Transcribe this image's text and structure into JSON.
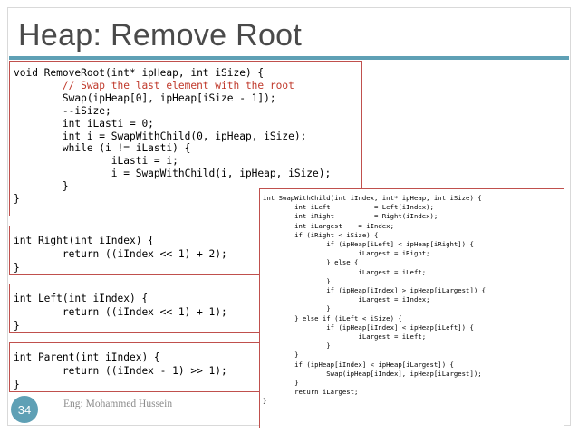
{
  "slide": {
    "title": "Heap: Remove Root",
    "page_number": "34",
    "author": "Eng: Mohammed Hussein",
    "accent_color": "#5fa0b5",
    "box_border_color": "#c0504d"
  },
  "code_blocks": {
    "remove_root": [
      "void RemoveRoot(int* ipHeap, int iSize) {",
      "        // Swap the last element with the root",
      "        Swap(ipHeap[0], ipHeap[iSize - 1]);",
      "        --iSize;",
      "        int iLasti = 0;",
      "        int i = SwapWithChild(0, ipHeap, iSize);",
      "        while (i != iLasti) {",
      "                iLasti = i;",
      "                i = SwapWithChild(i, ipHeap, iSize);",
      "        }",
      "}"
    ],
    "right": [
      "int Right(int iIndex) {",
      "        return ((iIndex << 1) + 2);",
      "}"
    ],
    "left": [
      "int Left(int iIndex) {",
      "        return ((iIndex << 1) + 1);",
      "}"
    ],
    "parent": [
      "int Parent(int iIndex) {",
      "        return ((iIndex - 1) >> 1);",
      "}"
    ],
    "swap_with_child": [
      "int SwapWithChild(int iIndex, int* ipHeap, int iSize) {",
      "        int iLeft           = Left(iIndex);",
      "        int iRight          = Right(iIndex);",
      "        int iLargest    = iIndex;",
      "        if (iRight < iSize) {",
      "                if (ipHeap[iLeft] < ipHeap[iRight]) {",
      "                        iLargest = iRight;",
      "                } else {",
      "                        iLargest = iLeft;",
      "                }",
      "                if (ipHeap[iIndex] > ipHeap[iLargest]) {",
      "                        iLargest = iIndex;",
      "                }",
      "        } else if (iLeft < iSize) {",
      "                if (ipHeap[iIndex] < ipHeap[iLeft]) {",
      "                        iLargest = iLeft;",
      "                }",
      "        }",
      "        if (ipHeap[iIndex] < ipHeap[iLargest]) {",
      "                Swap(ipHeap[iIndex], ipHeap[iLargest]);",
      "        }",
      "        return iLargest;",
      "}"
    ]
  }
}
